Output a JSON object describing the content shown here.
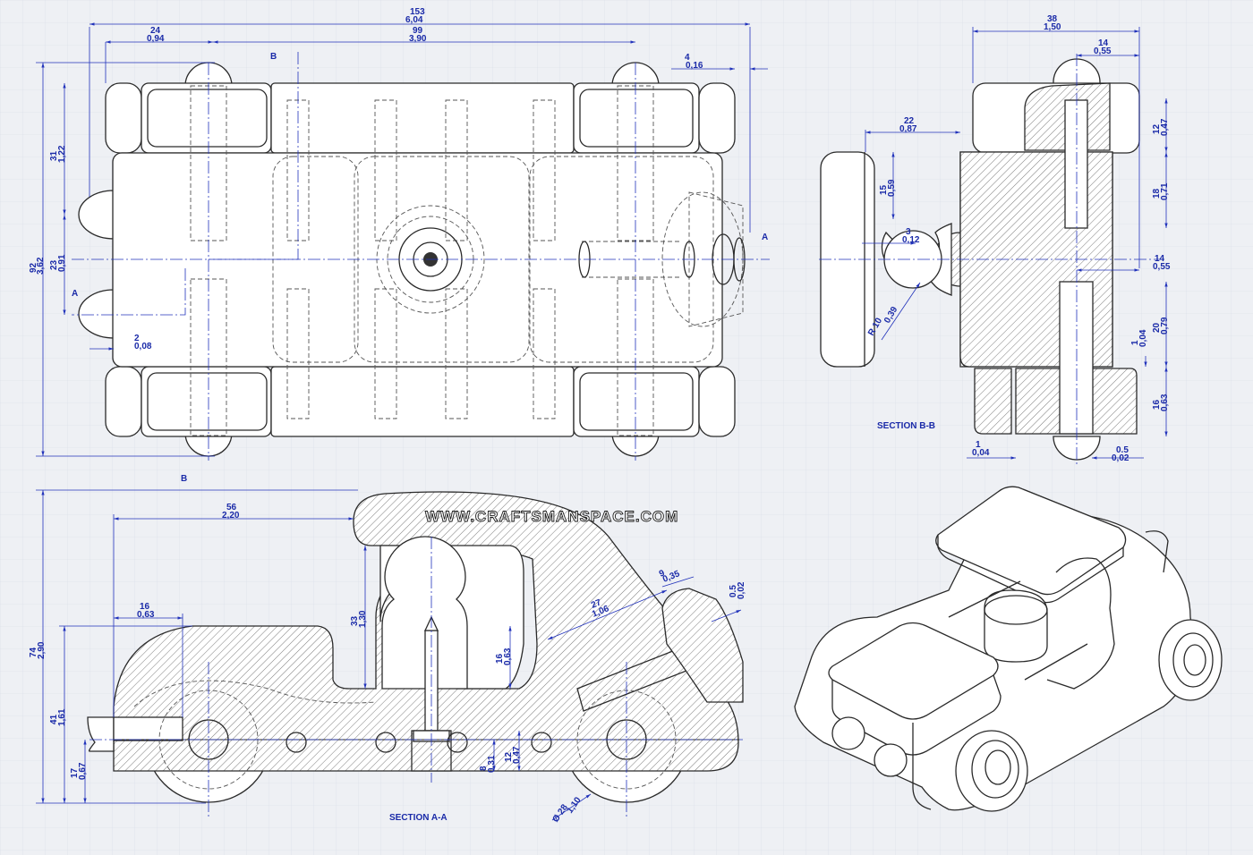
{
  "watermark": "WWW.CRAFTSMANSPACE.COM",
  "section_labels": {
    "aa": "SECTION A-A",
    "bb": "SECTION B-B",
    "a_marker": "A",
    "b_marker": "B"
  },
  "dims": {
    "overall_length": {
      "mm": "153",
      "in": "6,04"
    },
    "front_offset": {
      "mm": "24",
      "in": "0,94"
    },
    "axle_spacing": {
      "mm": "99",
      "in": "3,90"
    },
    "rear_offset": {
      "mm": "4",
      "in": "0,16"
    },
    "overall_width": {
      "mm": "92",
      "in": "3,62"
    },
    "wheel_track": {
      "mm": "31",
      "in": "1,22"
    },
    "light_offset": {
      "mm": "23",
      "in": "0,91"
    },
    "light_protrusion": {
      "mm": "2",
      "in": "0,08"
    },
    "bb_width": {
      "mm": "38",
      "in": "1,50"
    },
    "bb_top": {
      "mm": "14",
      "in": "0,55"
    },
    "bb_head_offset": {
      "mm": "22",
      "in": "0,87"
    },
    "bb_neck": {
      "mm": "15",
      "in": "0,59"
    },
    "bb_ball_step": {
      "mm": "3",
      "in": "0,12"
    },
    "bb_radius": {
      "mm": "R 10",
      "in": "0,39"
    },
    "bb_roof": {
      "mm": "12",
      "in": "0,47"
    },
    "bb_peg_top": {
      "mm": "18",
      "in": "0,71"
    },
    "bb_side": {
      "mm": "14",
      "in": "0,55"
    },
    "bb_peg_low": {
      "mm": "20",
      "in": "0,79"
    },
    "bb_gap": {
      "mm": "1",
      "in": "0,04"
    },
    "bb_wheel": {
      "mm": "16",
      "in": "0,63"
    },
    "bb_clear": {
      "mm": "1",
      "in": "0,04"
    },
    "bb_half": {
      "mm": "0.5",
      "in": "0,02"
    },
    "aa_overall_h": {
      "mm": "74",
      "in": "2,90"
    },
    "aa_body_h": {
      "mm": "41",
      "in": "1,61"
    },
    "aa_axle_h": {
      "mm": "17",
      "in": "0,67"
    },
    "aa_cab": {
      "mm": "56",
      "in": "2,20"
    },
    "aa_front": {
      "mm": "16",
      "in": "0,63"
    },
    "aa_head": {
      "mm": "33",
      "in": "1,30"
    },
    "aa_seat": {
      "mm": "16",
      "in": "0,63"
    },
    "aa_screw": {
      "mm": "8",
      "in": "0,31"
    },
    "aa_screw2": {
      "mm": "12",
      "in": "0,47"
    },
    "aa_rod": {
      "mm": "27",
      "in": "1,06"
    },
    "aa_rod_d": {
      "mm": "9",
      "in": "0,35"
    },
    "aa_rod_gap": {
      "mm": "0.5",
      "in": "0,02"
    },
    "aa_wheel": {
      "mm": "Ø 28",
      "in": "1,10"
    }
  }
}
